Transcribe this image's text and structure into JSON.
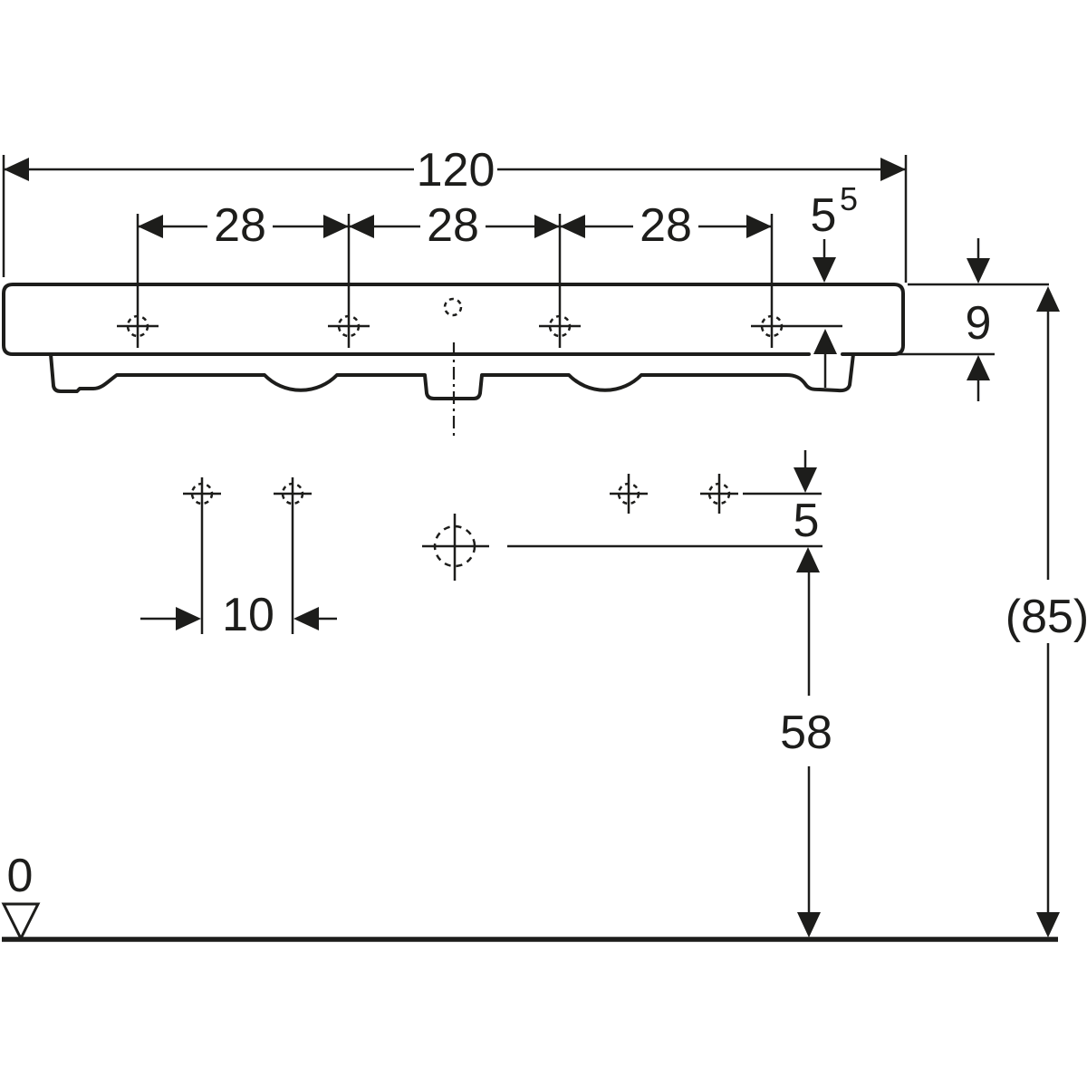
{
  "drawing": {
    "type": "technical-dimension-drawing",
    "subject": "washbasin-front-elevation",
    "ink_color": "#1d1d1b",
    "background_color": "#ffffff"
  },
  "dims": {
    "overall_width": "120",
    "tap_spacing_left": "28",
    "tap_spacing_center": "28",
    "tap_spacing_right": "28",
    "tap_offset_main": "5",
    "tap_offset_sup": "5",
    "rim_height": "9",
    "overall_height": "(85)",
    "hole_to_drain": "5",
    "drain_height": "58",
    "fixing_spacing": "10",
    "datum_level": "0"
  }
}
